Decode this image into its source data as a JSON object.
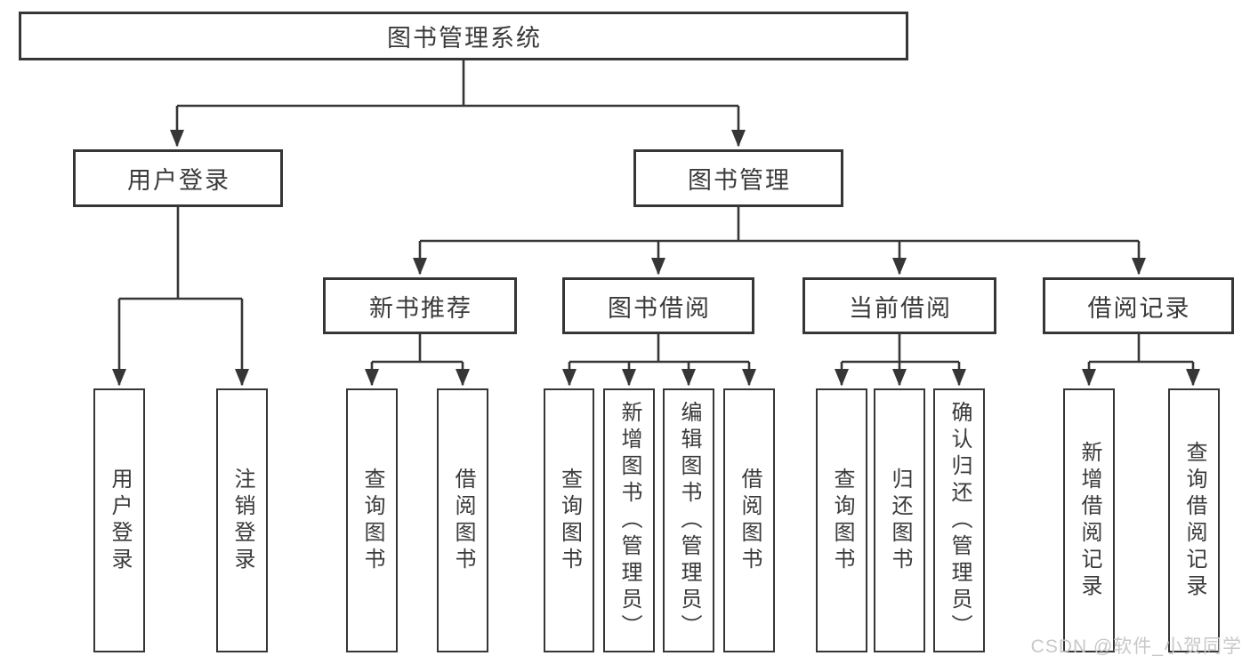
{
  "diagram": {
    "root": {
      "label": "图书管理系统"
    },
    "level2": [
      {
        "label": "用户登录",
        "parent": "图书管理系统"
      },
      {
        "label": "图书管理",
        "parent": "图书管理系统"
      }
    ],
    "level3": [
      {
        "label": "新书推荐",
        "parent": "图书管理"
      },
      {
        "label": "图书借阅",
        "parent": "图书管理"
      },
      {
        "label": "当前借阅",
        "parent": "图书管理"
      },
      {
        "label": "借阅记录",
        "parent": "图书管理"
      }
    ],
    "leaves": [
      {
        "label": "用户登录",
        "parent": "用户登录"
      },
      {
        "label": "注销登录",
        "parent": "用户登录"
      },
      {
        "label": "查询图书",
        "parent": "新书推荐"
      },
      {
        "label": "借阅图书",
        "parent": "新书推荐"
      },
      {
        "label": "查询图书",
        "parent": "图书借阅"
      },
      {
        "label": "新增图书（管理员）",
        "parent": "图书借阅"
      },
      {
        "label": "编辑图书（管理员）",
        "parent": "图书借阅"
      },
      {
        "label": "借阅图书",
        "parent": "图书借阅"
      },
      {
        "label": "查询图书",
        "parent": "当前借阅"
      },
      {
        "label": "归还图书",
        "parent": "当前借阅"
      },
      {
        "label": "确认归还（管理员）",
        "parent": "当前借阅"
      },
      {
        "label": "新增借阅记录",
        "parent": "借阅记录"
      },
      {
        "label": "查询借阅记录",
        "parent": "借阅记录"
      }
    ]
  },
  "watermark": {
    "text": "CSDN @软件_小贺同学"
  },
  "colors": {
    "line": "#363636",
    "border": "#363636",
    "text": "#3a3a3a",
    "background": "#ffffff",
    "watermark": "#c8c8c8"
  }
}
